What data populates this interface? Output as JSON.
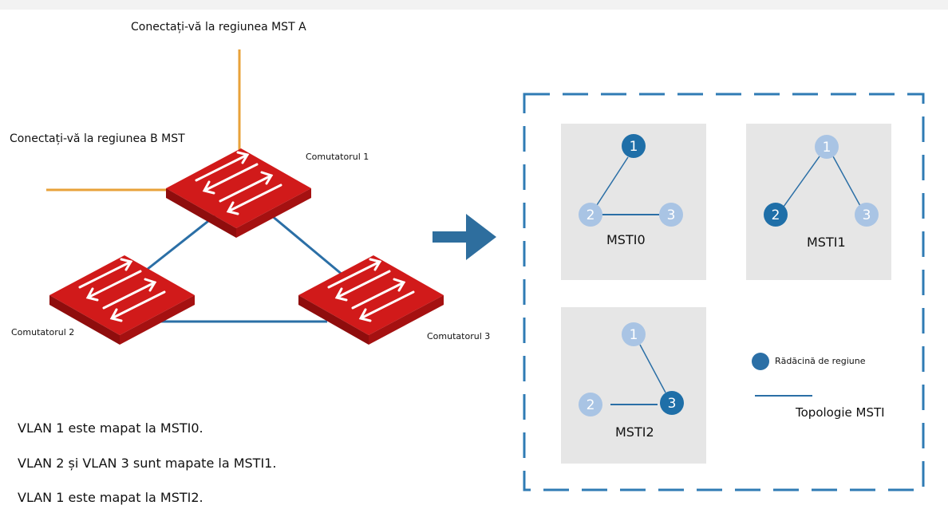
{
  "labels": {
    "connect_a": "Conectați-vă la regiunea MST A",
    "connect_b": "Conectați-vă la regiunea B MST",
    "switch1": "Comutatorul 1",
    "switch2": "Comutatorul 2",
    "switch3": "Comutatorul 3"
  },
  "mapping_lines": [
    "VLAN 1 este mapat la MSTI0.",
    "VLAN 2 și VLAN 3 sunt mapate la MSTI1.",
    "VLAN 1 este mapat la MSTI2."
  ],
  "panels": {
    "msti0": {
      "label": "MSTI0",
      "nodes": [
        "1",
        "2",
        "3"
      ],
      "root": "1"
    },
    "msti1": {
      "label": "MSTI1",
      "nodes": [
        "1",
        "2",
        "3"
      ],
      "root": "2"
    },
    "msti2": {
      "label": "MSTI2",
      "nodes": [
        "1",
        "2",
        "3"
      ],
      "root": "3"
    }
  },
  "legend": {
    "root_label": "Rădăcină de regiune",
    "topology_label": "Topologie MSTI"
  },
  "colors": {
    "switch_red": "#d11a1a",
    "link_blue": "#2b6fa6",
    "uplink_orange": "#e8a23a",
    "root_node": "#1f6fa8",
    "other_node": "#a9c4e4",
    "panel_bg": "#e6e6e6",
    "border_dash": "#2f7bb4",
    "arrow": "#2e6e9e"
  }
}
